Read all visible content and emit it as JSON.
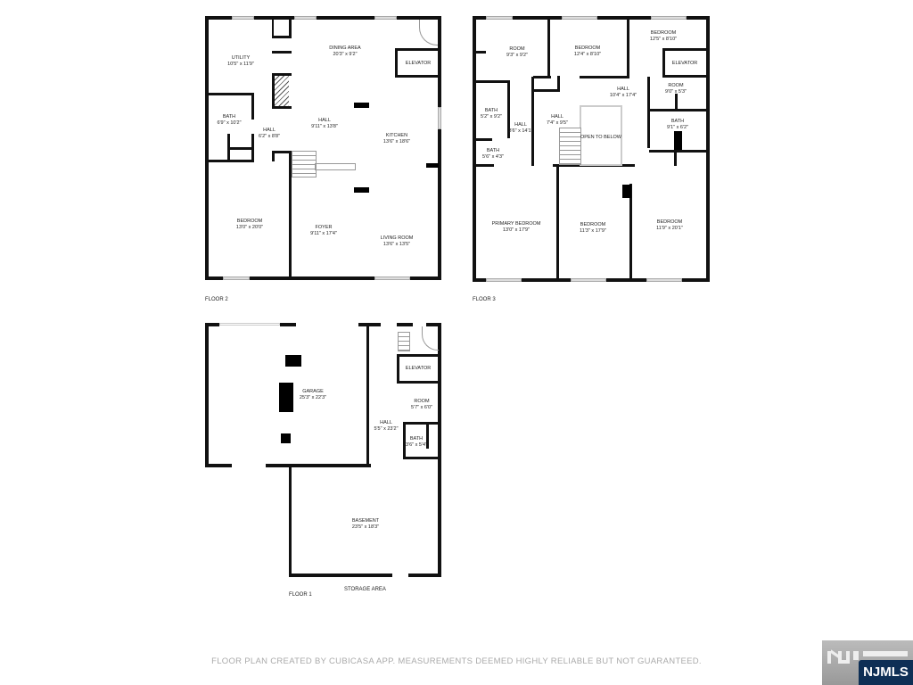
{
  "floor2": {
    "label": "FLOOR 2",
    "rooms": [
      {
        "name": "UTILITY",
        "dim": "10'5\" x 11'9\""
      },
      {
        "name": "DINING AREA",
        "dim": "20'3\" x 9'2\""
      },
      {
        "name": "ELEVATOR",
        "dim": ""
      },
      {
        "name": "BATH",
        "dim": "6'9\" x 10'2\""
      },
      {
        "name": "HALL",
        "dim": "6'2\" x 8'8\""
      },
      {
        "name": "HALL",
        "dim": "9'11\" x 13'8\""
      },
      {
        "name": "KITCHEN",
        "dim": "13'6\" x 18'6\""
      },
      {
        "name": "BEDROOM",
        "dim": "13'0\" x 20'0\""
      },
      {
        "name": "FOYER",
        "dim": "9'11\" x 17'4\""
      },
      {
        "name": "LIVING ROOM",
        "dim": "13'6\" x 13'5\""
      }
    ]
  },
  "floor3": {
    "label": "FLOOR 3",
    "rooms": [
      {
        "name": "ROOM",
        "dim": "9'3\" x 9'2\""
      },
      {
        "name": "BEDROOM",
        "dim": "12'4\" x 8'10\""
      },
      {
        "name": "BEDROOM",
        "dim": "12'5\" x 8'10\""
      },
      {
        "name": "ELEVATOR",
        "dim": ""
      },
      {
        "name": "ROOM",
        "dim": "9'0\" x 5'3\""
      },
      {
        "name": "HALL",
        "dim": "10'4\" x 17'4\""
      },
      {
        "name": "BATH",
        "dim": "5'2\" x 9'2\""
      },
      {
        "name": "HALL",
        "dim": "3'6\" x 14'1\""
      },
      {
        "name": "HALL",
        "dim": "7'4\" x 9'5\""
      },
      {
        "name": "OPEN TO BELOW",
        "dim": ""
      },
      {
        "name": "BATH",
        "dim": "9'1\" x 6'2\""
      },
      {
        "name": "BATH",
        "dim": "5'6\" x 4'3\""
      },
      {
        "name": "PRIMARY BEDROOM",
        "dim": "13'0\" x 17'9\""
      },
      {
        "name": "BEDROOM",
        "dim": "11'3\" x 17'9\""
      },
      {
        "name": "BEDROOM",
        "dim": "11'9\" x 20'1\""
      }
    ]
  },
  "floor1": {
    "label": "FLOOR 1",
    "storage_label": "STORAGE AREA",
    "rooms": [
      {
        "name": "ELEVATOR",
        "dim": ""
      },
      {
        "name": "GARAGE",
        "dim": "25'3\" x 22'3\""
      },
      {
        "name": "ROOM",
        "dim": "5'7\" x 6'0\""
      },
      {
        "name": "HALL",
        "dim": "5'5\" x 23'2\""
      },
      {
        "name": "BATH",
        "dim": "3'6\" x 5'4\""
      },
      {
        "name": "BASEMENT",
        "dim": "23'5\" x 18'3\""
      }
    ]
  },
  "footer": "FLOOR PLAN CREATED BY CUBICASA APP. MEASUREMENTS DEEMED HIGHLY RELIABLE BUT NOT GUARANTEED.",
  "watermark": {
    "text": "NJMLS",
    "brand_color": "#0e2f55"
  }
}
